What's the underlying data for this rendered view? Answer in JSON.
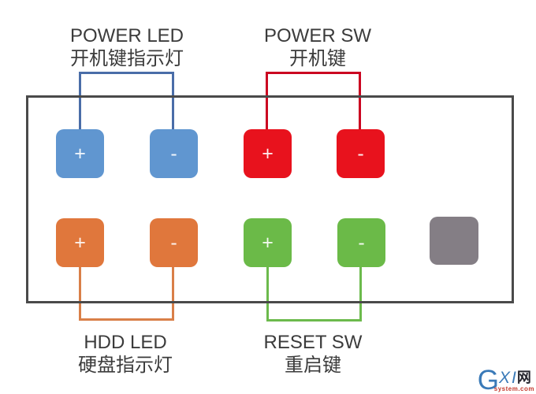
{
  "diagram": {
    "background": "#ffffff",
    "box_border_color": "#4a4a4a",
    "text_color": "#3b3b3b",
    "groups": {
      "power_led": {
        "en": "POWER LED",
        "zh": "开机键指示灯",
        "pin_color": "#6096d0",
        "line_color": "#4a6da8",
        "pins": [
          {
            "sign": "+"
          },
          {
            "sign": "-"
          }
        ]
      },
      "power_sw": {
        "en": "POWER SW",
        "zh": "开机键",
        "pin_color": "#e8121d",
        "line_color": "#cb0421",
        "pins": [
          {
            "sign": "+"
          },
          {
            "sign": "-"
          }
        ]
      },
      "hdd_led": {
        "en": "HDD LED",
        "zh": "硬盘指示灯",
        "pin_color": "#e0773c",
        "line_color": "#d97f48",
        "pins": [
          {
            "sign": "+"
          },
          {
            "sign": "-"
          }
        ]
      },
      "reset_sw": {
        "en": "RESET SW",
        "zh": "重启键",
        "pin_color": "#6bba48",
        "line_color": "#6cba4c",
        "pins": [
          {
            "sign": "+"
          },
          {
            "sign": "-"
          }
        ]
      }
    },
    "unused_pin": {
      "color": "#847e85"
    },
    "watermark": {
      "g": "G",
      "x": "X",
      "i": "I",
      "wang": "网",
      "sub": "system.com",
      "blue": "#3a7ab8",
      "red": "#c43a2e",
      "dark": "#26262e"
    }
  }
}
